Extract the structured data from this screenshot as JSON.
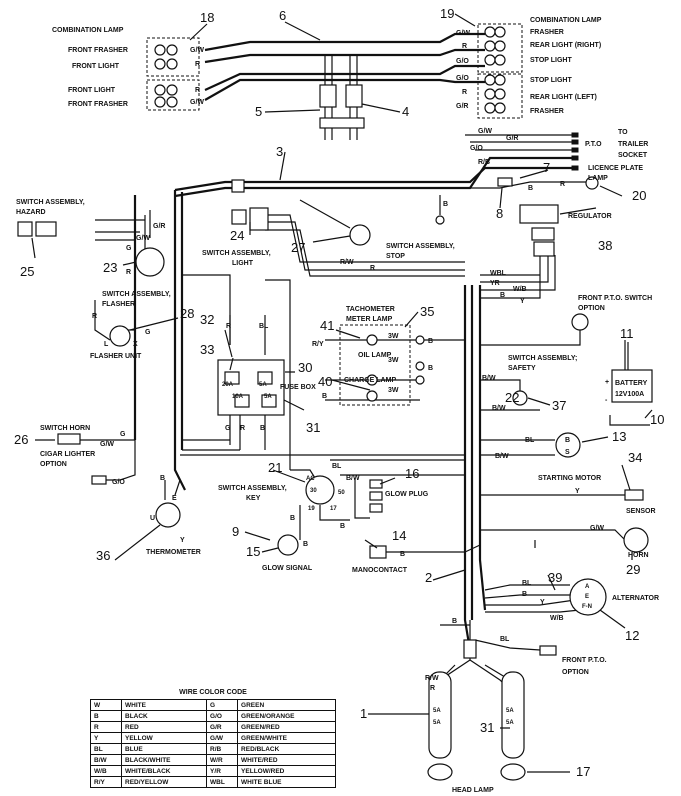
{
  "labels": {
    "comb_lamp_left": "COMBINATION LAMP",
    "front_frasher_1": "FRONT FRASHER",
    "front_light_1": "FRONT LIGHT",
    "front_light_2": "FRONT LIGHT",
    "front_frasher_2": "FRONT FRASHER",
    "comb_lamp_right": "COMBINATION LAMP",
    "frasher_r1": "FRASHER",
    "rear_light_right": "REAR LIGHT  (RIGHT)",
    "stop_light_1": "STOP LIGHT",
    "stop_light_2": "STOP LIGHT",
    "rear_light_left": "REAR LIGHT  (LEFT)",
    "frasher_r2": "FRASHER",
    "pto": "P.T.O",
    "to_trailer_1": "TO",
    "to_trailer_2": "TRAILER",
    "to_trailer_3": "SOCKET",
    "licence_1": "LICENCE PLATE",
    "licence_2": "LAMP",
    "switch_hazard_1": "SWITCH ASSEMBLY,",
    "switch_hazard_2": "HAZARD",
    "switch_light_1": "SWITCH ASSEMBLY,",
    "switch_light_2": "LIGHT",
    "switch_stop_1": "SWITCH ASSEMBLY,",
    "switch_stop_2": "STOP",
    "regulator": "REGULATOR",
    "switch_flasher_1": "SWITCH ASSEMBLY,",
    "switch_flasher_2": "FLASHER",
    "flasher_unit": "FLASHER UNIT",
    "tacho_1": "TACHOMETER",
    "tacho_2": "METER LAMP",
    "oil_lamp": "OIL LAMP",
    "charge_lamp": "CHARGE LAMP",
    "fuse_box": "FUSE BOX",
    "front_pto_switch_1": "FRONT P.T.O. SWITCH",
    "front_pto_switch_2": "OPTION",
    "switch_safety_1": "SWITCH ASSEMBLY;",
    "switch_safety_2": "SAFETY",
    "battery_1": "BATTERY",
    "battery_2": "12V100A",
    "switch_horn": "SWITCH HORN",
    "cigar_1": "CIGAR LIGHTER",
    "cigar_2": "OPTION",
    "starting_motor": "STARTING MOTOR",
    "switch_key_1": "SWITCH ASSEMBLY,",
    "switch_key_2": "KEY",
    "glow_plug": "GLOW PLUG",
    "thermometer": "THERMOMETER",
    "sensor": "SENSOR",
    "glow_signal": "GLOW SIGNAL",
    "manocontact": "MANOCONTACT",
    "horn": "HORN",
    "alternator": "ALTERNATOR",
    "front_pto_opt_1": "FRONT P.T.O.",
    "front_pto_opt_2": "OPTION",
    "head_lamp": "HEAD LAMP"
  },
  "wires": {
    "gw1": "G/W",
    "r1": "R",
    "r2": "R",
    "gw2": "G/W",
    "rgw1": "G/W",
    "rr1": "R",
    "rgo1": "G/O",
    "rgo2": "G/O",
    "rr2": "R",
    "rgr": "G/R",
    "pgw": "G/W",
    "pgo": "G/O",
    "pgr": "G/R",
    "prb": "R/B",
    "lpr": "R",
    "lpb": "B",
    "b_ground": "B",
    "hz_gr": "G/R",
    "hz_gw": "G/W",
    "hz_g": "G",
    "hz_r": "R",
    "rw": "R/W",
    "rline": "R",
    "wbl": "WBL",
    "yr": "YR",
    "wb": "W/B",
    "b_reg": "B",
    "y_reg": "Y",
    "fl_r": "R",
    "fl_g": "G",
    "fl_l": "L",
    "fl_x": "X",
    "fb_r1": "R",
    "fb_bl": "BL",
    "fb_ry": "R/Y",
    "fb_20a": "20A",
    "fb_5a1": "5A",
    "fb_10a": "10A",
    "fb_5a2": "5A",
    "fb_g1": "G",
    "fb_r2": "R",
    "fb_b": "B",
    "sw3w1": "3W",
    "sw3w2": "3W",
    "sw3w3": "3W",
    "tb1": "B",
    "tb2": "B",
    "tb3": "B",
    "saf_bw": "B/W",
    "saf_bw2": "B/W",
    "bat_plus": "+",
    "bat_minus": "-",
    "horn_g": "G",
    "horn_gw": "G/W",
    "go_left": "G/O",
    "mot_bl": "BL",
    "mot_b": "B",
    "mot_s": "S",
    "mot_bw": "B/W",
    "key_bl": "BL",
    "key_bw": "B/W",
    "key_ac": "AC",
    "key_30": "30",
    "key_50": "50",
    "key_19": "19",
    "key_17": "17",
    "key_b1": "B",
    "key_b2": "B",
    "th_e": "E",
    "th_u": "U",
    "th_y": "Y",
    "th_b": "B",
    "sen_y": "Y",
    "horn_gw2": "G/W",
    "mano_b": "B",
    "gs_b": "B",
    "alt_bl": "BL",
    "alt_b": "B",
    "alt_y": "Y",
    "alt_wb": "W/B",
    "alt_a": "A",
    "alt_e": "E",
    "alt_fn": "F-N",
    "bl_pto": "BL",
    "b_gnd2": "B",
    "hl_rw": "R/W",
    "hl_r": "R",
    "hl_5a1": "5A",
    "hl_5a2": "5A",
    "hl_5a3": "5A",
    "hl_5a4": "5A"
  },
  "callouts": {
    "n1": "1",
    "n2": "2",
    "n3": "3",
    "n4": "4",
    "n5": "5",
    "n6": "6",
    "n7": "7",
    "n8": "8",
    "n9": "9",
    "n10": "10",
    "n11": "11",
    "n12": "12",
    "n13": "13",
    "n14": "14",
    "n15": "15",
    "n16": "16",
    "n17": "17",
    "n18": "18",
    "n19": "19",
    "n20": "20",
    "n21": "21",
    "n22": "22",
    "n23": "23",
    "n24": "24",
    "n25": "25",
    "n26": "26",
    "n27": "27",
    "n28": "28",
    "n29": "29",
    "n30": "30",
    "n31a": "31",
    "n31b": "31",
    "n32": "32",
    "n33": "33",
    "n34": "34",
    "n35": "35",
    "n36": "36",
    "n37": "37",
    "n38": "38",
    "n39": "39",
    "n40": "40",
    "n41": "41"
  },
  "legend": {
    "title": "WIRE COLOR CODE",
    "rows": [
      [
        "W",
        "WHITE",
        "G",
        "GREEN"
      ],
      [
        "B",
        "BLACK",
        "G/O",
        "GREEN/ORANGE"
      ],
      [
        "R",
        "RED",
        "G/R",
        "GREEN/RED"
      ],
      [
        "Y",
        "YELLOW",
        "G/W",
        "GREEN/WHITE"
      ],
      [
        "BL",
        "BLUE",
        "R/B",
        "RED/BLACK"
      ],
      [
        "B/W",
        "BLACK/WHITE",
        "W/R",
        "WHITE/RED"
      ],
      [
        "W/B",
        "WHITE/BLACK",
        "Y/R",
        "YELLOW/RED"
      ],
      [
        "R/Y",
        "RED/YELLOW",
        "WBL",
        "WHITE BLUE"
      ]
    ]
  }
}
